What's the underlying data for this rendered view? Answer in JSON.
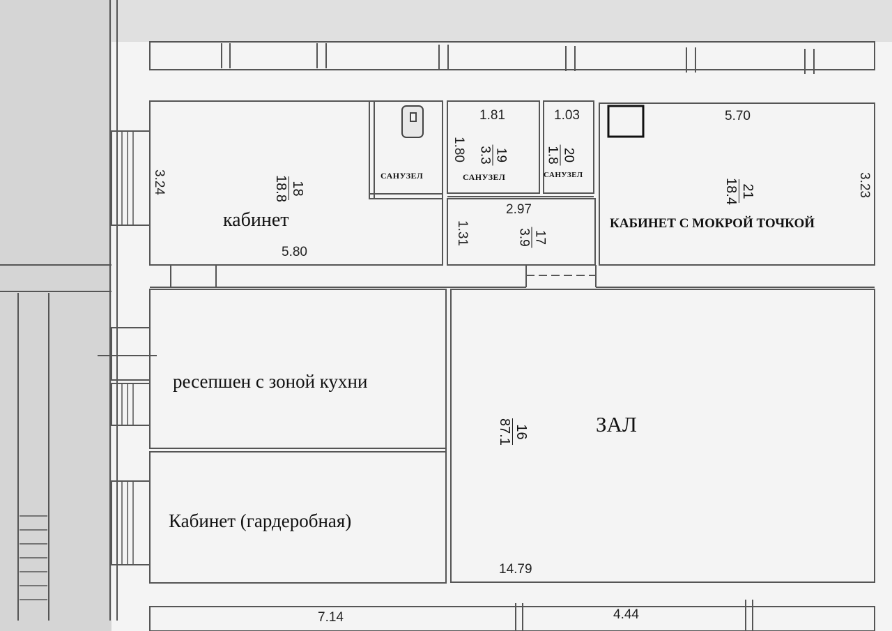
{
  "colors": {
    "paper": "#f4f4f4",
    "wall": "#555555",
    "shade": "#8a8a8a",
    "text": "#111111"
  },
  "rooms": {
    "office": {
      "name": "кабинет",
      "number": "18",
      "area": "18.8",
      "width": "5.80",
      "depth": "3.24"
    },
    "bath1": {
      "name": "САНУЗЕЛ"
    },
    "bath2": {
      "name": "САНУЗЕЛ",
      "number": "19",
      "area": "3.3",
      "width": "1.81",
      "depth": "1.80"
    },
    "bath3": {
      "name": "САНУЗЕЛ",
      "number": "20",
      "area": "1.8",
      "width": "1.03"
    },
    "corridor": {
      "number": "17",
      "area": "3.9",
      "width": "2.97",
      "depth": "1.31"
    },
    "wet_office": {
      "name": "КАБИНЕТ С МОКРОЙ ТОЧКОЙ",
      "number": "21",
      "area": "18.4",
      "width": "5.70",
      "depth": "3.23"
    },
    "reception": {
      "name": "ресепшен с зоной кухни"
    },
    "wardrobe": {
      "name": "Кабинет (гардеробная)"
    },
    "hall": {
      "name": "ЗАЛ",
      "number": "16",
      "area": "87.1",
      "width": "14.79"
    }
  },
  "bottom_dims": {
    "left": "7.14",
    "right": "4.44"
  }
}
